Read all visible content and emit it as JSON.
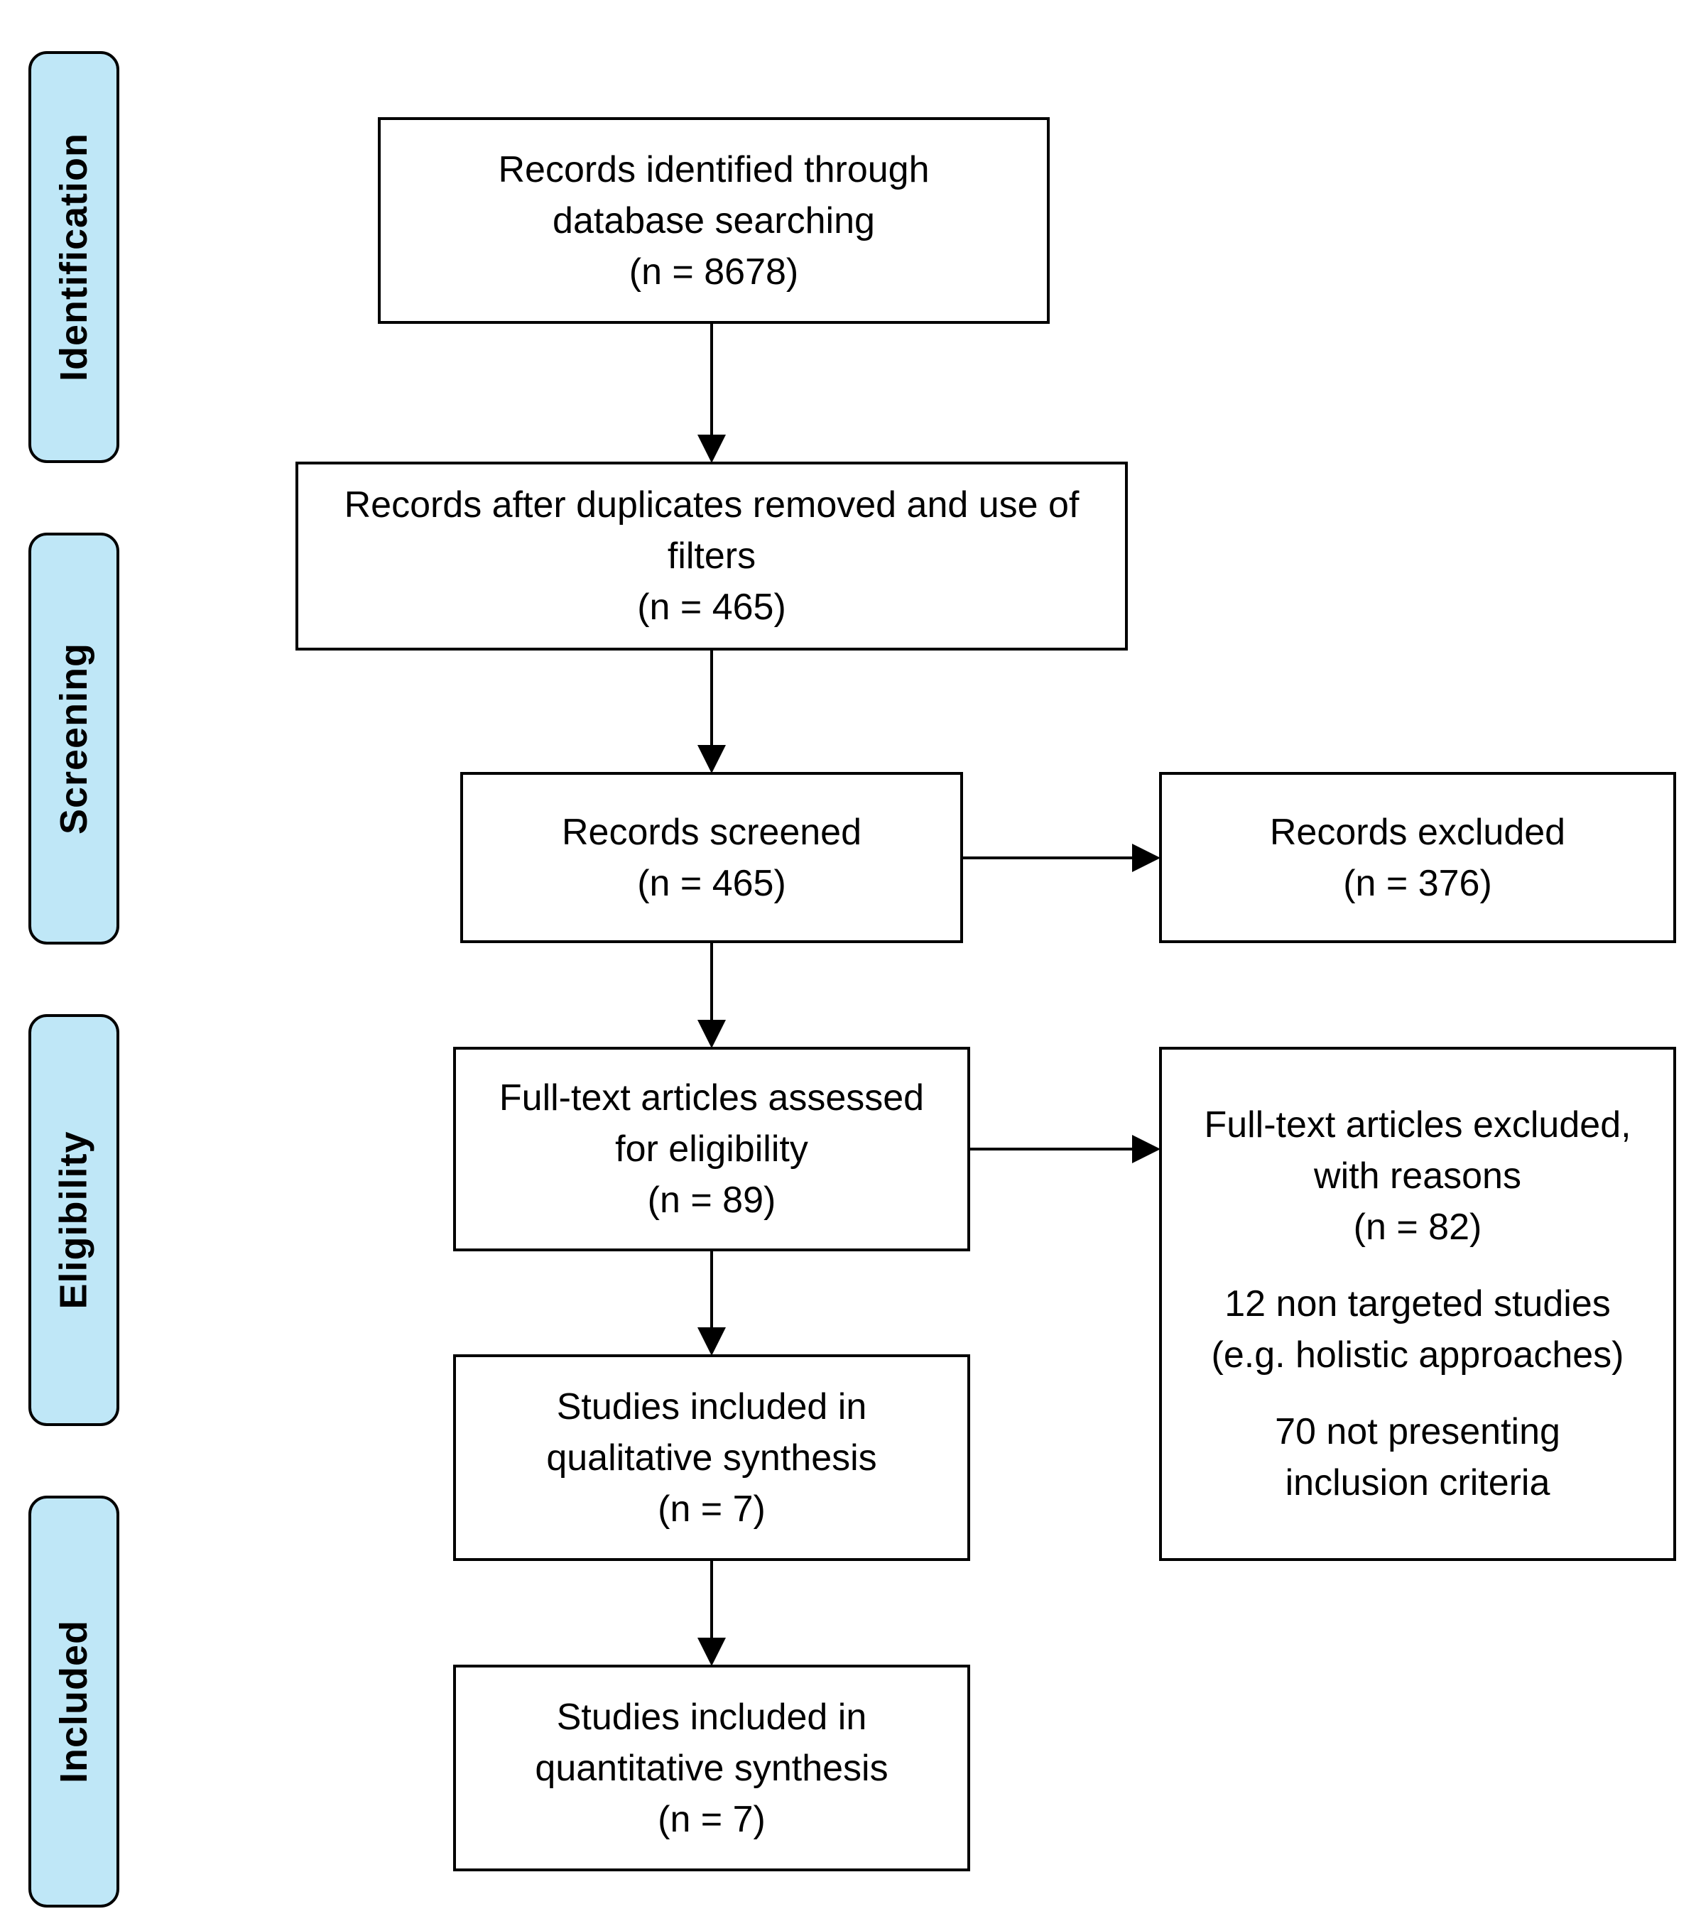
{
  "stages": {
    "identification": "Identification",
    "screening": "Screening",
    "eligibility": "Eligibility",
    "included": "Included"
  },
  "boxes": {
    "identified": {
      "line1": "Records identified through",
      "line2": "database searching",
      "count": "(n = 8678)"
    },
    "after_duplicates": {
      "line1": "Records after duplicates removed and use of",
      "line2": "filters",
      "count": "(n = 465)"
    },
    "screened": {
      "line1": "Records screened",
      "count": "(n = 465)"
    },
    "excluded": {
      "line1": "Records excluded",
      "count": "(n = 376)"
    },
    "full_text_assessed": {
      "line1": "Full-text articles assessed",
      "line2": "for eligibility",
      "count": "(n = 89)"
    },
    "full_text_excluded": {
      "line1": "Full-text articles excluded,",
      "line2": "with reasons",
      "count": "(n = 82)",
      "reason1_line1": "12 non targeted studies",
      "reason1_line2": "(e.g. holistic approaches)",
      "reason2_line1": "70 not presenting",
      "reason2_line2": "inclusion criteria"
    },
    "qualitative": {
      "line1": "Studies included in",
      "line2": "qualitative synthesis",
      "count": "(n = 7)"
    },
    "quantitative": {
      "line1": "Studies included in",
      "line2": "quantitative synthesis",
      "count": "(n = 7)"
    }
  }
}
